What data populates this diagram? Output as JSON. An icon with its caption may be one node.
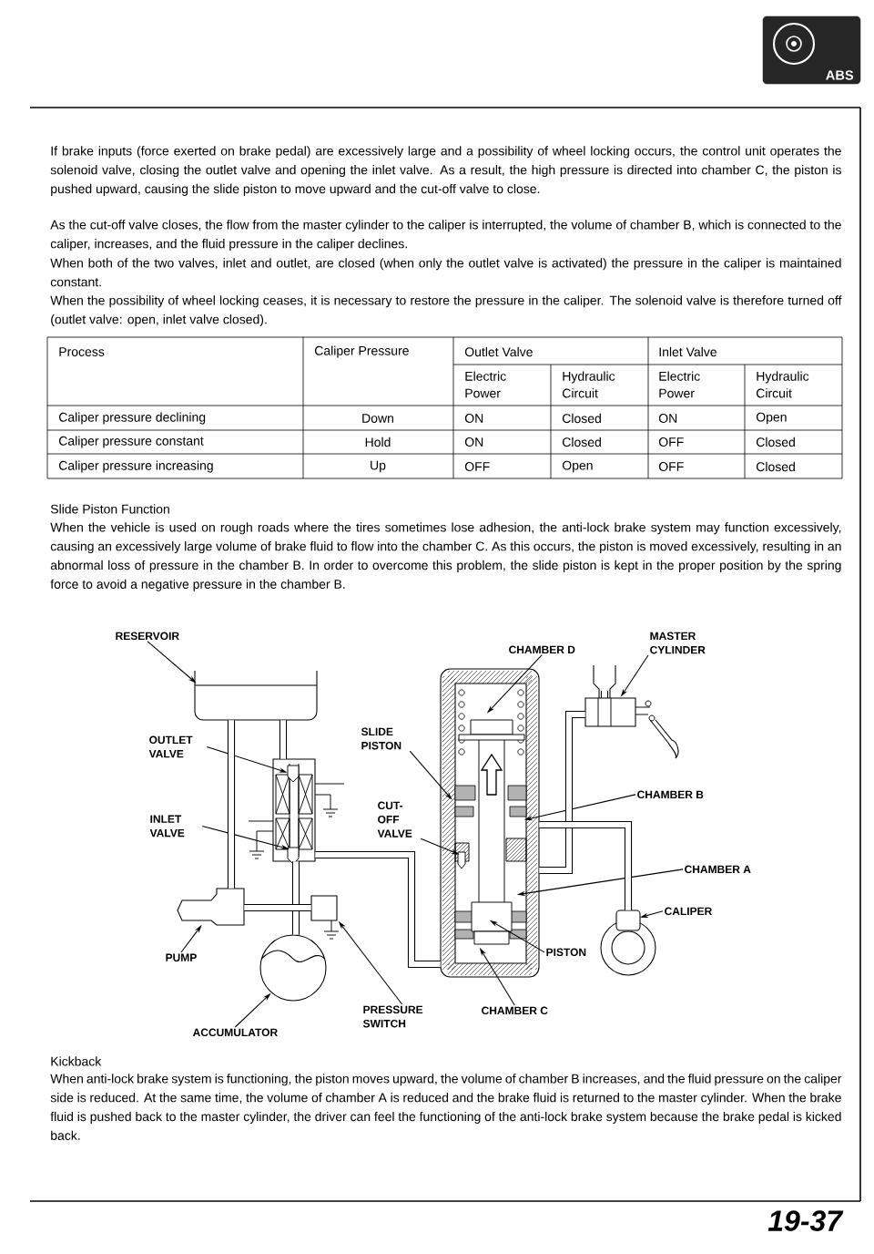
{
  "diagram": {
    "nodes": [
      {
        "text": [
          "RESERVOIR"
        ]
      },
      {
        "text": [
          "OUTLET VALVE"
        ]
      },
      {
        "text": [
          "INLET VALVE"
        ]
      },
      {
        "text": [
          "PUMP"
        ]
      },
      {
        "text": [
          "ACCUMULATOR"
        ]
      },
      {
        "text": [
          "SLIDE PISTON"
        ]
      },
      {
        "text": [
          "CUT-OFF VALVE"
        ]
      },
      {
        "text": [
          "CHAMBER D"
        ]
      },
      {
        "text": [
          "MASTER CYLINDER"
        ]
      },
      {
        "text": [
          "CHAMBER B"
        ]
      },
      {
        "text": [
          "CHAMBER A"
        ]
      },
      {
        "text": [
          "CALIPER"
        ]
      },
      {
        "text": [
          "PISTON"
        ]
      },
      {
        "text": [
          "PRESSURE SWITCH"
        ]
      },
      {
        "text": [
          "CHAMBER C"
        ]
      },
      {
        "text": [],
        "shape": "picture"
      },
      {
        "text": [],
        "shape": "picture"
      },
      {
        "text": [],
        "shape": "picture"
      },
      {
        "text": [],
        "shape": "picture"
      },
      {
        "text": [],
        "shape": "picture"
      },
      {
        "text": [],
        "shape": "picture"
      },
      {
        "text": [],
        "shape": "picture"
      },
      {
        "text": [],
        "shape": "picture"
      }
    ],
    "edges": [
      {
        "from": 0,
        "to": 15,
        "arrow": "to"
      },
      {
        "from": 1,
        "to": 16,
        "arrow": "to"
      },
      {
        "from": 2,
        "to": 16,
        "arrow": "to"
      },
      {
        "from": 3,
        "to": 17,
        "arrow": "to"
      },
      {
        "from": 4,
        "to": 18,
        "arrow": "to"
      },
      {
        "from": 5,
        "to": 20,
        "arrow": "to"
      },
      {
        "from": 6,
        "to": 20,
        "arrow": "to"
      },
      {
        "from": 7,
        "to": 20,
        "arrow": "to"
      },
      {
        "from": 8,
        "to": 21,
        "arrow": "to"
      },
      {
        "from": 9,
        "to": 20,
        "arrow": "to"
      },
      {
        "from": 10,
        "to": 20,
        "arrow": "to"
      },
      {
        "from": 11,
        "to": 22,
        "arrow": "to"
      },
      {
        "from": 12,
        "to": 20,
        "arrow": "to"
      },
      {
        "from": 13,
        "to": 19,
        "arrow": "to"
      },
      {
        "from": 14,
        "to": 20,
        "arrow": "to"
      },
      {
        "from": 15,
        "to": 17,
        "arrow": "none",
        "style": "thick"
      },
      {
        "from": 15,
        "to": 16,
        "arrow": "none",
        "style": "thick"
      },
      {
        "from": 16,
        "to": 18,
        "arrow": "none",
        "style": "thick"
      },
      {
        "from": 17,
        "to": 19,
        "arrow": "none",
        "style": "thick"
      },
      {
        "from": 16,
        "to": 20,
        "arrow": "none",
        "style": "thick"
      },
      {
        "from": 21,
        "to": 20,
        "arrow": "none",
        "style": "thick"
      },
      {
        "from": 20,
        "to": 22,
        "arrow": "none",
        "style": "thick"
      }
    ],
    "labels": [
      "ABS",
      "If brake inputs (force exerted on brake pedal) are excessively large and a possibility of wheel locking occurs, the control unit operates the solenoid valve, closing the outlet valve and opening the inlet valve. As a result, the high pressure is directed into chamber C, the piston is pushed upward, causing the slide piston to move upward and the cut-off valve to close.",
      "As the cut-off valve closes, the flow from the master cylinder to the caliper is interrupted, the volume of chamber B, which is connected to the caliper, increases, and the fluid pressure in the caliper declines.",
      "When both of the two valves, inlet and outlet, are closed (when only the outlet valve is activated) the pressure in the caliper is maintained constant.",
      "When the possibility of wheel locking ceases, it is necessary to restore the pressure in the caliper. The solenoid valve is therefore turned off (outlet valve: open, inlet valve closed).",
      "Process",
      "Caliper Pressure",
      "Outlet Valve",
      "Inlet Valve",
      "Electric Power",
      "Hydraulic Circuit",
      "Electric Power",
      "Hydraulic Circuit",
      "Caliper pressure declining",
      "Down",
      "ON",
      "Closed",
      "ON",
      "Open",
      "Caliper pressure constant",
      "Hold",
      "ON",
      "Closed",
      "OFF",
      "Closed",
      "Caliper pressure increasing",
      "Up",
      "OFF",
      "Open",
      "OFF",
      "Closed",
      "Slide Piston Function",
      "When the vehicle is used on rough roads where the tires sometimes lose adhesion, the anti-lock brake system may function excessively, causing an excessively large volume of brake fluid to flow into the chamber C. As this occurs, the piston is moved excessively, resulting in an abnormal loss of pressure in the chamber B. In order to overcome this problem, the slide piston is kept in the proper position by the spring force to avoid a negative pressure in the chamber B.",
      "Kickback",
      "When anti-lock brake system is functioning, the piston moves upward, the volume of chamber B increases, and the fluid pressure on the caliper side is reduced. At the same time, the volume of chamber A is reduced and the brake fluid is returned to the master cylinder. When the brake fluid is pushed back to the master cylinder, the driver can feel the functioning of the anti-lock brake system because the brake pedal is kicked back.",
      "19-37"
    ]
  }
}
